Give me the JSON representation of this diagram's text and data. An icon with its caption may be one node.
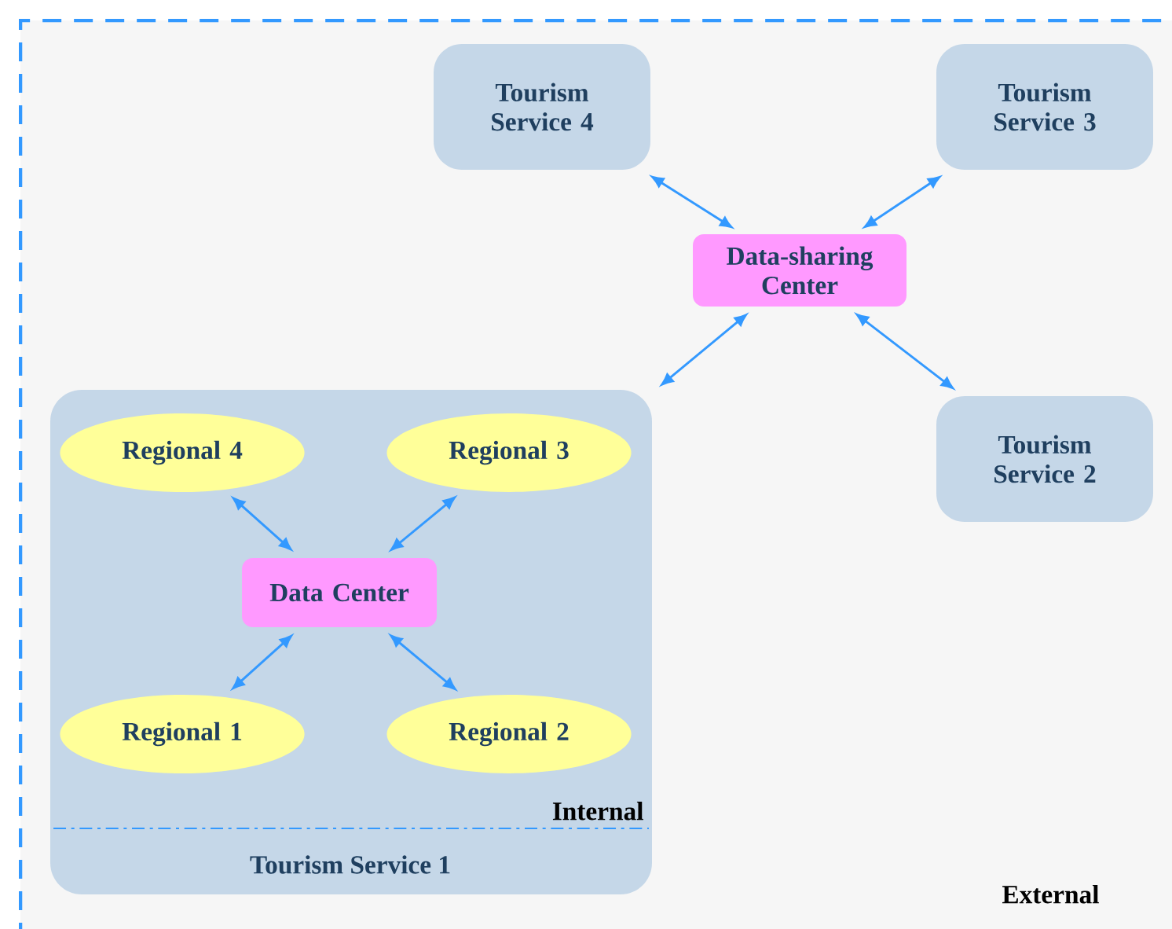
{
  "diagram": {
    "nodes": [
      {
        "text": [
          "External"
        ]
      },
      {
        "text": [
          "Tourism Service 4"
        ],
        "in": 0
      },
      {
        "text": [
          "Tourism Service 3"
        ],
        "in": 0
      },
      {
        "text": [
          "Data-sharing Center"
        ],
        "in": 0
      },
      {
        "text": [
          "Tourism Service 2"
        ],
        "in": 0
      },
      {
        "text": [
          "Internal",
          "Tourism Service 1"
        ],
        "in": 0
      },
      {
        "text": [
          "Regional 4"
        ],
        "in": 5
      },
      {
        "text": [
          "Regional 3"
        ],
        "in": 5
      },
      {
        "text": [
          "Data Center"
        ],
        "in": 5
      },
      {
        "text": [
          "Regional 1"
        ],
        "in": 5
      },
      {
        "text": [
          "Regional 2"
        ],
        "in": 5
      }
    ],
    "edges": [
      {
        "from": 1,
        "to": 3,
        "arrow": "both"
      },
      {
        "from": 2,
        "to": 3,
        "arrow": "both"
      },
      {
        "from": 3,
        "to": 5,
        "arrow": "both"
      },
      {
        "from": 3,
        "to": 4,
        "arrow": "both"
      },
      {
        "from": 6,
        "to": 8,
        "arrow": "both"
      },
      {
        "from": 7,
        "to": 8,
        "arrow": "both"
      },
      {
        "from": 8,
        "to": 9,
        "arrow": "both"
      },
      {
        "from": 8,
        "to": 10,
        "arrow": "both"
      }
    ]
  }
}
